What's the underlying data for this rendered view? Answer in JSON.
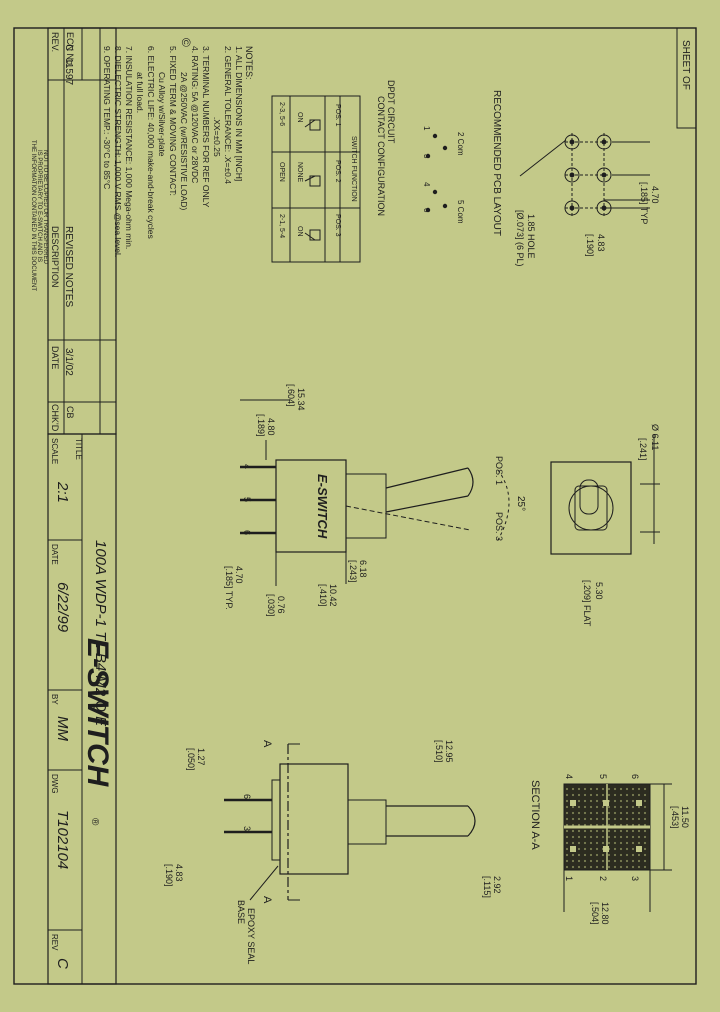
{
  "sheet_label": "SHEET OF",
  "brand": {
    "name": "E-SWITCH",
    "registered": "®",
    "body_mark": "E-SWITCH"
  },
  "title_block": {
    "title_label": "TITLE",
    "title": "100A WDP-1 T1 B4 M2 Q E",
    "scale_label": "SCALE",
    "scale": "2:1",
    "date_label": "DATE",
    "date": "6/22/99",
    "by_label": "BY",
    "by": "MM",
    "dwg_label": "DWG",
    "dwg": "T102104",
    "rev_label": "REV",
    "rev": "C"
  },
  "revision_block": {
    "headers": [
      "REV.",
      "ECN No.",
      "DESCRIPTION",
      "DATE",
      "CHK'D",
      "CB"
    ],
    "row": {
      "rev": "C",
      "ecn": "11597",
      "description": "REVISED NOTES",
      "date": "3/1/02"
    },
    "proprietary": [
      "THE INFORMATION CONTAINED IN THIS DOCUMENT",
      "IS PROPRIETARY TO E-SWITCH AND IS",
      "NOT TO BE COPIED OR TRANSFERRED"
    ]
  },
  "notes": {
    "heading": "NOTES:",
    "copyright": "©",
    "items": [
      "1. ALL DIMENSIONS IN MM [INCH]",
      "2. GENERAL TOLERANCE: .X=±0.4",
      "                              .XX=±0.25",
      "3. TERMINAL NUMBERS FOR REF ONLY",
      "4. RATING: 5A @120VAC or 28VDC",
      "           2A @250VAC (w/RESISTIVE LOAD)",
      "5. FIXED TERM & MOVING CONTACT:",
      "           Cu Alloy w/Silver-plate",
      "6. ELECTRIC LIFE: 40,000 make-and-break cycles",
      "           at full load.",
      "7. INSULATION RESISTANCE: 1,000 Mega-ohm min.",
      "8. DIELECTRIC STRENGTH: 1,000 V RMS @sea level.",
      "9. OPERATING TEMP.: -30°C to 85°C"
    ]
  },
  "contact_config": {
    "title_lines": [
      "DPDT CIRCUIT",
      "CONTACT CONFIGURATION"
    ],
    "table_header": "SWITCH FUNCTION",
    "columns": [
      "POS. 1",
      "POS. 2",
      "POS. 3"
    ],
    "functions": [
      "ON",
      "NONE",
      "ON"
    ],
    "connections": [
      "2-3, 5-6",
      "OPEN",
      "2-1, 5-4"
    ]
  },
  "pcb": {
    "title": "RECOMMENDED PCB LAYOUT",
    "com_label_1": "2 Com",
    "com_label_2": "5 Com",
    "term_1": "1",
    "term_3": "3",
    "term_4": "4",
    "term_6": "6",
    "dim_spacing": "4.70",
    "dim_spacing_in": "[.185] TYP",
    "dim_row": "4.83",
    "dim_row_in": "[.190]",
    "dim_hole": "1.85 HOLE",
    "dim_hole_in": "[Ø.073] (6 PL)"
  },
  "top_view": {
    "dia": "Ø 6.11",
    "dia_in": "[.241]",
    "flat": "5.30",
    "flat_in": "[.209] FLAT"
  },
  "side_view": {
    "pos1": "POS. 1",
    "pos3": "POS. 3",
    "angle": "25°",
    "h_total": "15.34",
    "h_total_in": "[.604]",
    "h_term": "4.80",
    "h_term_in": "[.189]",
    "w_bushing": "6.18",
    "w_bushing_in": "[.243]",
    "w_body": "10.42",
    "w_body_in": "[.410]",
    "w_term": "0.76",
    "w_term_in": "[.030]",
    "pitch": "4.70",
    "pitch_in": "[.185] TYP.",
    "t4": "4",
    "t5": "5",
    "t6": "6"
  },
  "end_view": {
    "a_mark": "A",
    "h_total": "12.95",
    "h_total_in": "[.510]",
    "term_w": "1.27",
    "term_w_in": "[.050]",
    "term_h": "4.83",
    "term_h_in": "[.190]",
    "base": "2.92",
    "base_in": "[.115]",
    "epoxy_1": "EPOXY SEAL",
    "epoxy_2": "BASE",
    "t6": "6",
    "t3": "3"
  },
  "section": {
    "title": "SECTION A-A",
    "t4": "4",
    "t5": "5",
    "t6": "6",
    "t1": "1",
    "t2": "2",
    "t3": "3",
    "d1": "11.50",
    "d1_in": "[.453]",
    "d2": "12.80",
    "d2_in": "[.504]"
  }
}
